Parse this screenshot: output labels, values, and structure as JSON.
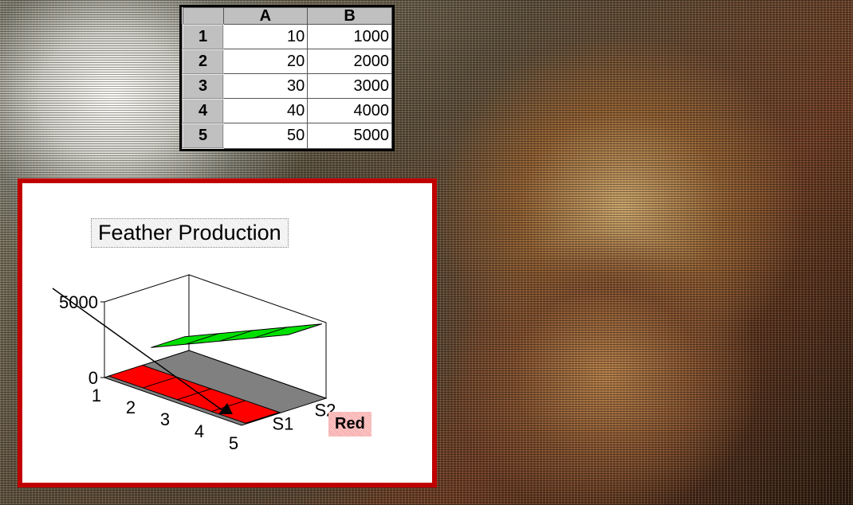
{
  "spreadsheet": {
    "columns": [
      "A",
      "B"
    ],
    "rows": [
      {
        "row": "1",
        "a": "10",
        "b": "1000"
      },
      {
        "row": "2",
        "a": "20",
        "b": "2000"
      },
      {
        "row": "3",
        "a": "30",
        "b": "3000"
      },
      {
        "row": "4",
        "a": "40",
        "b": "4000"
      },
      {
        "row": "5",
        "a": "50",
        "b": "5000"
      }
    ]
  },
  "chart_data": {
    "type": "line",
    "title": "Feather Production",
    "categories": [
      "1",
      "2",
      "3",
      "4",
      "5"
    ],
    "series_labels": [
      "S1",
      "S2"
    ],
    "series": [
      {
        "values": [
          10,
          20,
          30,
          40,
          50
        ],
        "color": "#ff0000"
      },
      {
        "values": [
          1000,
          2000,
          3000,
          4000,
          5000
        ],
        "color": "#00e000"
      }
    ],
    "y_ticks": [
      "0",
      "5000"
    ],
    "ylim": [
      0,
      5000
    ],
    "legend_label": "Red",
    "three_d": true
  },
  "colors": {
    "window_border": "#c00000",
    "series_s1": "#ff0000",
    "series_s2": "#00e000",
    "floor": "#808080"
  }
}
